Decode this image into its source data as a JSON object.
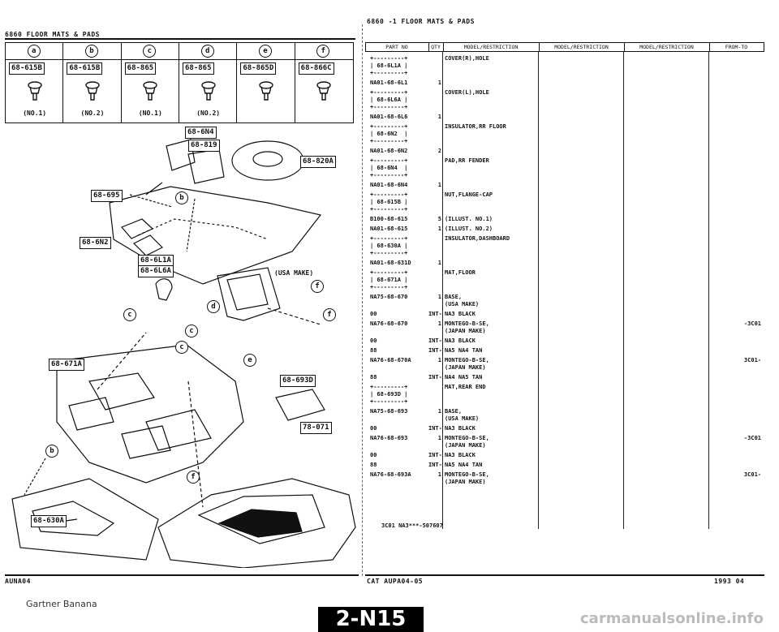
{
  "left_header": "6860   FLOOR MATS & PADS",
  "right_header": "6860 -1     FLOOR MATS & PADS",
  "grid": {
    "letters": [
      "a",
      "b",
      "c",
      "d",
      "e",
      "f"
    ],
    "parts": [
      "68-615B",
      "68-615B",
      "68-865",
      "68-865",
      "68-865D",
      "68-866C"
    ],
    "notes": [
      "(NO.1)",
      "(NO.2)",
      "(NO.1)",
      "(NO.2)",
      "",
      ""
    ]
  },
  "callouts": {
    "c_6n4": "68-6N4",
    "c_819": "68-819",
    "c_820a": "68-820A",
    "c_695": "68-695",
    "c_6n2": "68-6N2",
    "c_6l1a": "68-6L1A",
    "c_6l6a": "68-6L6A",
    "c_671a": "68-671A",
    "c_693d": "68-693D",
    "c_78071": "78-071",
    "c_630a": "68-630A",
    "usa_make": "(USA MAKE)"
  },
  "diagram_circles": [
    "b",
    "c",
    "d",
    "f",
    "f",
    "c",
    "e",
    "c",
    "f",
    "b"
  ],
  "table": {
    "headers": [
      "PART NO",
      "QTY",
      "MODEL/RESTRICTION",
      "MODEL/RESTRICTION",
      "MODEL/RESTRICTION",
      "FROM-TO"
    ],
    "rows": [
      {
        "part": "+---------+\n| 68-6L1A |\n+---------+",
        "qty": "",
        "desc": "COVER(R),HOLE",
        "from": ""
      },
      {
        "part": "NA01-68-6L1",
        "qty": "1",
        "desc": "",
        "from": ""
      },
      {
        "part": "+---------+\n| 68-6L6A |\n+---------+",
        "qty": "",
        "desc": "COVER(L),HOLE",
        "from": ""
      },
      {
        "part": "NA01-68-6L6",
        "qty": "1",
        "desc": "",
        "from": ""
      },
      {
        "part": "+---------+\n| 68-6N2  |\n+---------+",
        "qty": "",
        "desc": "INSULATOR,RR FLOOR",
        "from": ""
      },
      {
        "part": "NA01-68-6N2",
        "qty": "2",
        "desc": "",
        "from": ""
      },
      {
        "part": "+---------+\n| 68-6N4  |\n+---------+",
        "qty": "",
        "desc": "PAD,RR FENDER",
        "from": ""
      },
      {
        "part": "NA01-68-6N4",
        "qty": "1",
        "desc": "",
        "from": ""
      },
      {
        "part": "+---------+\n| 68-615B |\n+---------+",
        "qty": "",
        "desc": "NUT,FLANGE-CAP",
        "from": ""
      },
      {
        "part": "B100-68-615",
        "qty": "5",
        "desc": "(ILLUST. NO.1)",
        "from": ""
      },
      {
        "part": "NA01-68-615",
        "qty": "1",
        "desc": "(ILLUST. NO.2)",
        "from": ""
      },
      {
        "part": "+---------+\n| 68-630A |\n+---------+",
        "qty": "",
        "desc": "INSULATOR,DASHBOARD",
        "from": ""
      },
      {
        "part": "NA01-68-631D",
        "qty": "1",
        "desc": "",
        "from": ""
      },
      {
        "part": "+---------+\n| 68-671A |\n+---------+",
        "qty": "",
        "desc": "MAT,FLOOR",
        "from": ""
      },
      {
        "part": "NA75-68-670",
        "qty": "1",
        "desc": "BASE,\n(USA MAKE)",
        "from": ""
      },
      {
        "part": "00",
        "qty": "INT-",
        "desc": "NA3 BLACK",
        "from": ""
      },
      {
        "part": "NA76-68-670",
        "qty": "1",
        "desc": "MONTEGO-B-SE,\n(JAPAN MAKE)",
        "from": "-3C01"
      },
      {
        "part": "00",
        "qty": "INT-",
        "desc": "NA3 BLACK",
        "from": ""
      },
      {
        "part": "88",
        "qty": "INT-",
        "desc": "NA5 NA4 TAN",
        "from": ""
      },
      {
        "part": "NA76-68-670A",
        "qty": "1",
        "desc": "MONTEGO-B-SE,\n(JAPAN MAKE)",
        "from": "3C01-"
      },
      {
        "part": "88",
        "qty": "INT-",
        "desc": "NA4 NA5 TAN",
        "from": ""
      },
      {
        "part": "+---------+\n| 68-693D |\n+---------+",
        "qty": "",
        "desc": "MAT,REAR END",
        "from": ""
      },
      {
        "part": "NA75-68-693",
        "qty": "1",
        "desc": "BASE,\n(USA MAKE)",
        "from": ""
      },
      {
        "part": "00",
        "qty": "INT-",
        "desc": "NA3 BLACK",
        "from": ""
      },
      {
        "part": "NA76-68-693",
        "qty": "1",
        "desc": "MONTEGO-B-SE,\n(JAPAN MAKE)",
        "from": "-3C01"
      },
      {
        "part": "00",
        "qty": "INT-",
        "desc": "NA3 BLACK",
        "from": ""
      },
      {
        "part": "88",
        "qty": "INT-",
        "desc": "NA5 NA4 TAN",
        "from": ""
      },
      {
        "part": "NA76-68-693A",
        "qty": "1",
        "desc": "MONTEGO-B-SE,\n(JAPAN MAKE)",
        "from": "3C01-"
      }
    ],
    "footnote": "3C01 NA3***-507607"
  },
  "footer": {
    "left_code": "AUNA04",
    "center_code": "CAT AUPA04-05",
    "right_date": "1993 04",
    "watermark_left": "Gartner Banana",
    "page": "2-N15",
    "watermark_right": "carmanualsonline.info"
  }
}
